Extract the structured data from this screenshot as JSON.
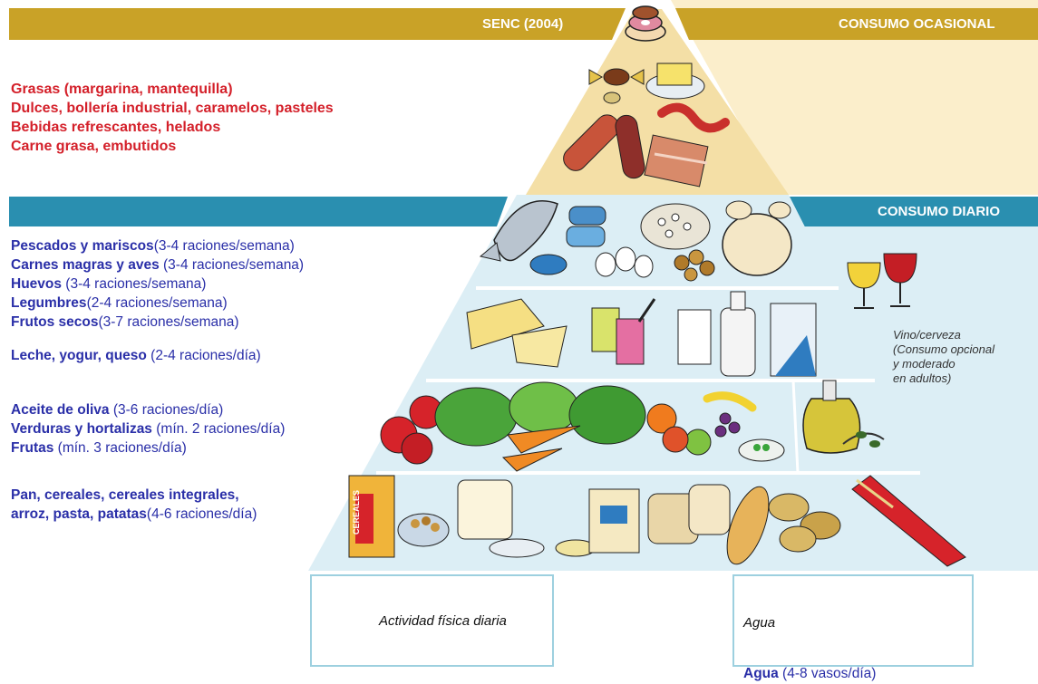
{
  "header": {
    "senc_label": "SENC (2004)",
    "occasional_label": "CONSUMO OCASIONAL",
    "daily_label": "CONSUMO DIARIO"
  },
  "occasional_items": [
    "Grasas (margarina, mantequilla)",
    "Dulces, bollería industrial, caramelos, pasteles",
    "Bebidas refrescantes, helados",
    "Carne grasa, embutidos"
  ],
  "daily_items": {
    "proteins": [
      {
        "name": "Pescados y mariscos",
        "detail": "(3-4 raciones/semana)"
      },
      {
        "name": "Carnes magras y aves",
        "detail": " (3-4 raciones/semana)"
      },
      {
        "name": "Huevos",
        "detail": " (3-4 raciones/semana)"
      },
      {
        "name": "Legumbres",
        "detail": "(2-4 raciones/semana)"
      },
      {
        "name": "Frutos secos",
        "detail": "(3-7 raciones/semana)"
      }
    ],
    "dairy": {
      "name": "Leche, yogur, queso",
      "detail": " (2-4 raciones/día)"
    },
    "plants": [
      {
        "name": "Aceite de oliva",
        "detail": " (3-6 raciones/día)"
      },
      {
        "name": "Verduras y hortalizas",
        "detail": " (mín. 2 raciones/día)"
      },
      {
        "name": "Frutas",
        "detail": " (mín. 3 raciones/día)"
      }
    ],
    "grains": {
      "name_line1": "Pan, cereales, cereales integrales,",
      "name_line2": "arroz, pasta, patatas",
      "detail": "(4-6 raciones/día)"
    }
  },
  "wine_note": [
    "Vino/cerveza",
    "(Consumo opcional",
    "y moderado",
    "en adultos)"
  ],
  "activity_label": "Actividad física diaria",
  "water_label": "Agua",
  "water_bottom": {
    "name": "Agua",
    "detail": " (4-8 vasos/día)"
  },
  "cereal_box_text": "CEREALES",
  "colors": {
    "gold": "#c9a227",
    "cream": "#fbeecb",
    "teal": "#2a8fb0",
    "light_blue": "#dceef5",
    "red_text": "#d4202a",
    "blue_text": "#2a2fa8"
  }
}
